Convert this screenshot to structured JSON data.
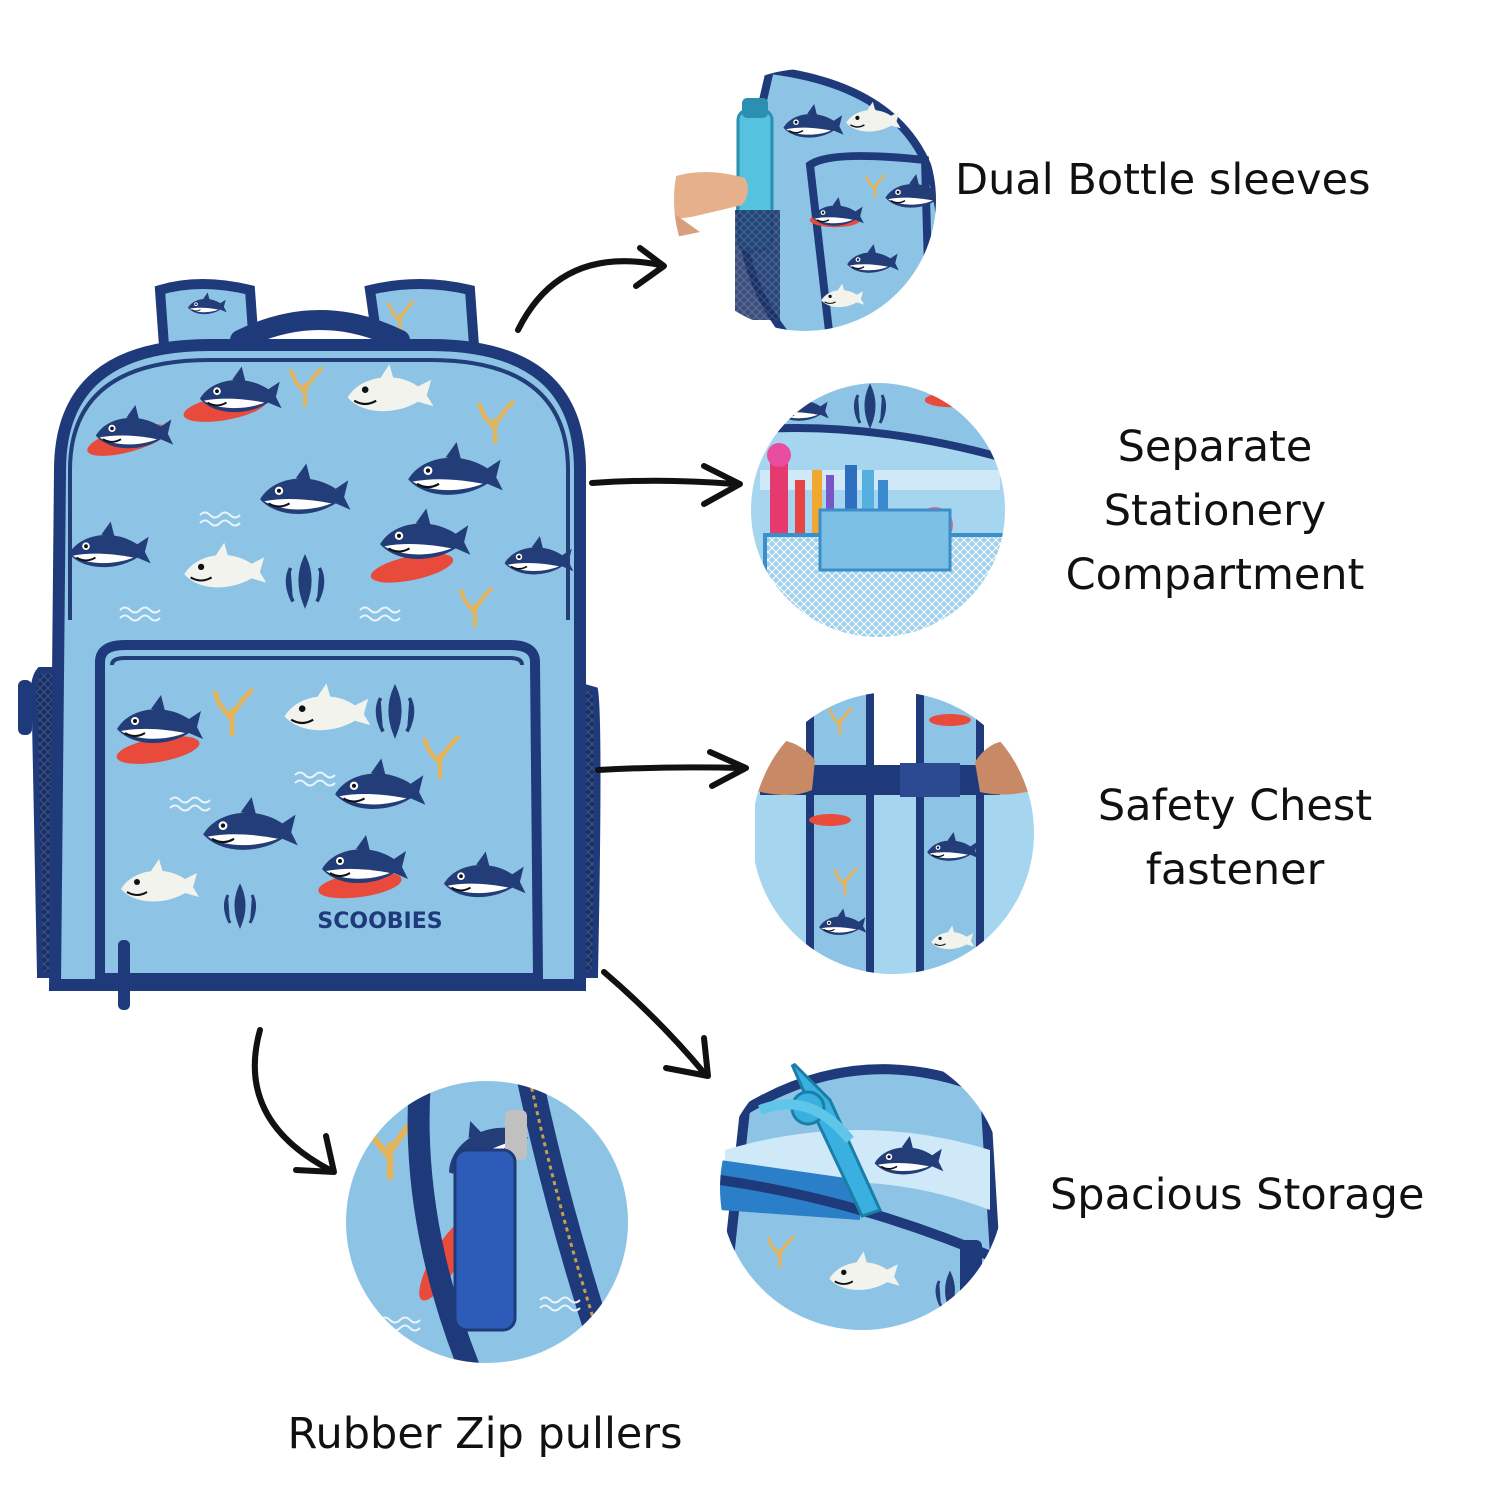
{
  "colors": {
    "bag_light": "#8dc4e6",
    "bag_mid": "#7ab6dc",
    "bag_navy": "#1f3a7a",
    "shark_navy": "#223d78",
    "surf_red": "#e84a3c",
    "coral_gold": "#e3b35a",
    "arrow": "#111111",
    "text": "#111111"
  },
  "brand": {
    "logo_text": "SCOOBIES"
  },
  "features": [
    {
      "id": "bottle",
      "label": "Dual Bottle sleeves",
      "icon": "bottle-sleeve-photo"
    },
    {
      "id": "stationery",
      "label": "Separate\nStationery\nCompartment",
      "icon": "stationery-pocket-photo"
    },
    {
      "id": "chest",
      "label": "Safety Chest\nfastener",
      "icon": "chest-strap-photo"
    },
    {
      "id": "storage",
      "label": "Spacious Storage",
      "icon": "main-compartment-photo"
    },
    {
      "id": "zip",
      "label": "Rubber Zip pullers",
      "icon": "zip-puller-photo"
    }
  ]
}
